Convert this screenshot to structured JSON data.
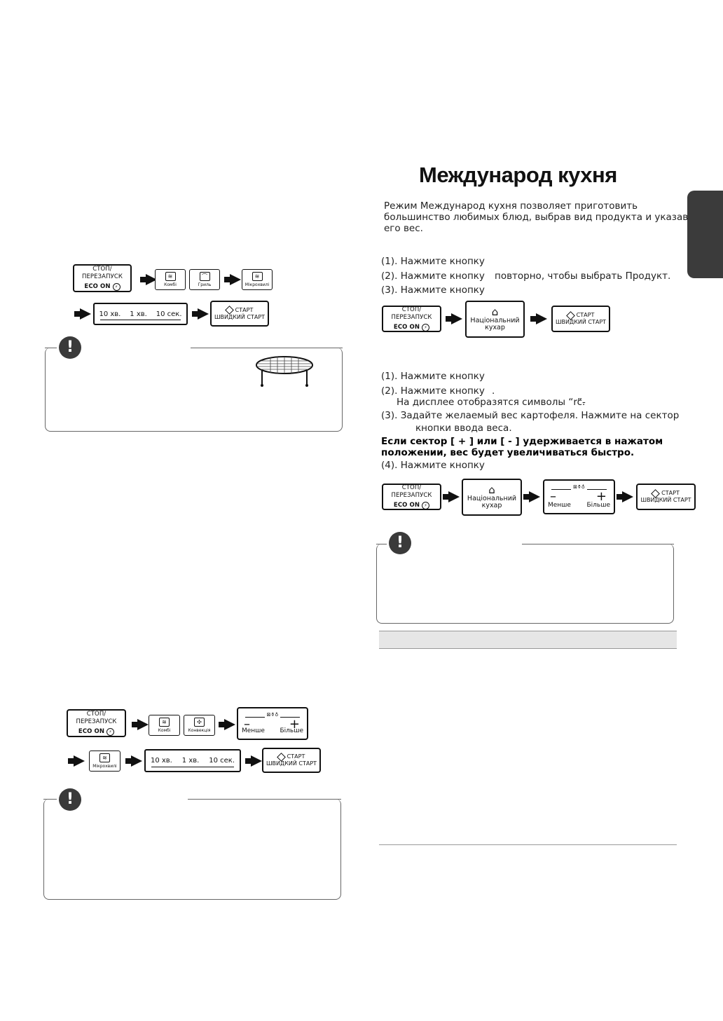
{
  "page": {
    "title": "Международ кухня",
    "intro": [
      "Режим Международ кухня позволяет приготовить",
      "большинство любимых блюд, выбрав вид продукта и указав",
      "его вес."
    ],
    "steps_a": [
      "(1). Нажмите кнопку",
      "(2). Нажмите кнопку",
      "повторно, чтобы выбрать Продукт.",
      "(3). Нажмите кнопку"
    ],
    "steps_b": [
      "(1). Нажмите кнопку",
      "(2). Нажмите кнопку",
      ".",
      "На дисплее отобразятся символы “rc-",
      "”.",
      "(3). Задайте желаемый вес картофеля. Нажмите на сектор",
      "кнопки ввода веса."
    ],
    "bold_note": [
      "Если сектор [ + ] или [ - ] удерживается в нажатом",
      "положении, вес будет увеличиваться быстро."
    ],
    "step_b4": "(4). Нажмите кнопку"
  },
  "keys": {
    "stop_line1": "СТОП/ПЕРЕЗАПУСК",
    "eco": "ECO ON",
    "eco_icon": "⚡",
    "start_line1": "СТАРТ",
    "start_line2": "ШВИДКИЙ СТАРТ",
    "kombi": "Комбі",
    "gril": "Гриль",
    "micro": "Мікрохвилі",
    "convection": "Конвекція",
    "cook_line1": "Національний",
    "cook_line2": "кухар",
    "less": "Менше",
    "more": "Більше",
    "weight_symbols": "⊠⚱♁",
    "time_10min": "10 хв.",
    "time_1min": "1 хв.",
    "time_10sec": "10 сек."
  },
  "note_icon_glyph": "!"
}
